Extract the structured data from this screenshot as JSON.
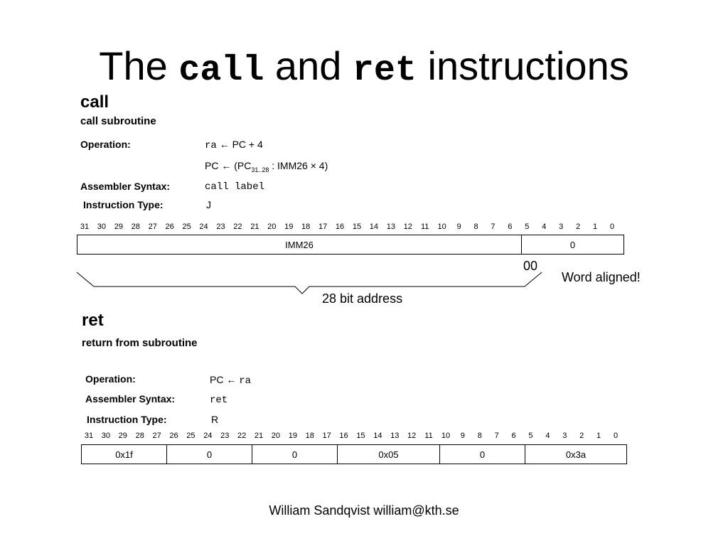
{
  "title": {
    "pre": "The ",
    "call": "call",
    "mid": " and ",
    "ret": "ret",
    "post": " instructions"
  },
  "call": {
    "heading": "call",
    "subtitle": "call subroutine",
    "operation_label": "Operation:",
    "operation_line1_reg": "ra",
    "operation_line1_rest": " ← PC + 4",
    "operation_line2_a": "PC ← (PC",
    "operation_line2_sub": "31..28",
    "operation_line2_b": " : IMM26 × 4)",
    "syntax_label": "Assembler Syntax:",
    "syntax": "call label",
    "type_label": "Instruction Type:",
    "type": "J",
    "bit_numbers": [
      "31",
      "30",
      "29",
      "28",
      "27",
      "26",
      "25",
      "24",
      "23",
      "22",
      "21",
      "20",
      "19",
      "18",
      "17",
      "16",
      "15",
      "14",
      "13",
      "12",
      "11",
      "10",
      "9",
      "8",
      "7",
      "6",
      "5",
      "4",
      "3",
      "2",
      "1",
      "0"
    ],
    "fields": [
      "IMM26",
      "0"
    ],
    "annotation_00": "00",
    "annotation_word": "Word aligned!",
    "annotation_address": "28 bit address"
  },
  "ret": {
    "heading": "ret",
    "subtitle": "return from subroutine",
    "operation_label": "Operation:",
    "operation_a": "PC ← ",
    "operation_reg": "ra",
    "syntax_label": "Assembler Syntax:",
    "syntax": "ret",
    "type_label": "Instruction Type:",
    "type": "R",
    "bit_numbers": [
      "31",
      "30",
      "29",
      "28",
      "27",
      "26",
      "25",
      "24",
      "23",
      "22",
      "21",
      "20",
      "19",
      "18",
      "17",
      "16",
      "15",
      "14",
      "13",
      "12",
      "11",
      "10",
      "9",
      "8",
      "7",
      "6",
      "5",
      "4",
      "3",
      "2",
      "1",
      "0"
    ],
    "fields": [
      "0x1f",
      "0",
      "0",
      "0x05",
      "0",
      "0x3a"
    ]
  },
  "footer": "William Sandqvist  william@kth.se"
}
